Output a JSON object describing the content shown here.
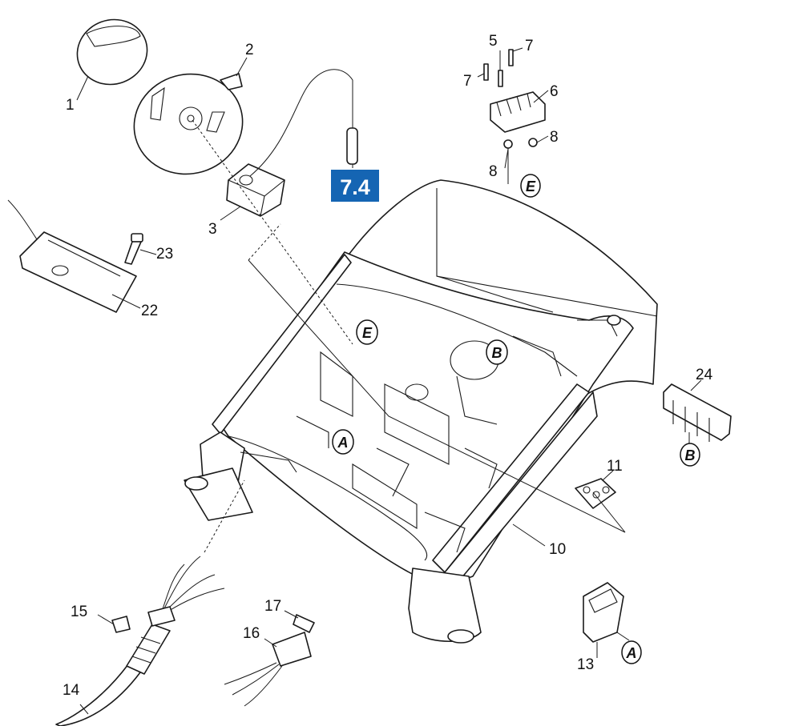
{
  "ref_tag": "7.4",
  "labels": {
    "p1": "1",
    "p2": "2",
    "p3": "3",
    "p5": "5",
    "p6": "6",
    "p7a": "7",
    "p7b": "7",
    "p8a": "8",
    "p8b": "8",
    "p10": "10",
    "p11": "11",
    "p13": "13",
    "p14": "14",
    "p15": "15",
    "p16": "16",
    "p17": "17",
    "p22": "22",
    "p23": "23",
    "p24": "24"
  },
  "connectors": {
    "e_top": "E",
    "e_mid": "E",
    "b_mid": "B",
    "b_right": "B",
    "a_mid": "A",
    "a_switch": "A"
  },
  "colors": {
    "ref_box": "#1565b3",
    "line": "#1a1a1a"
  }
}
